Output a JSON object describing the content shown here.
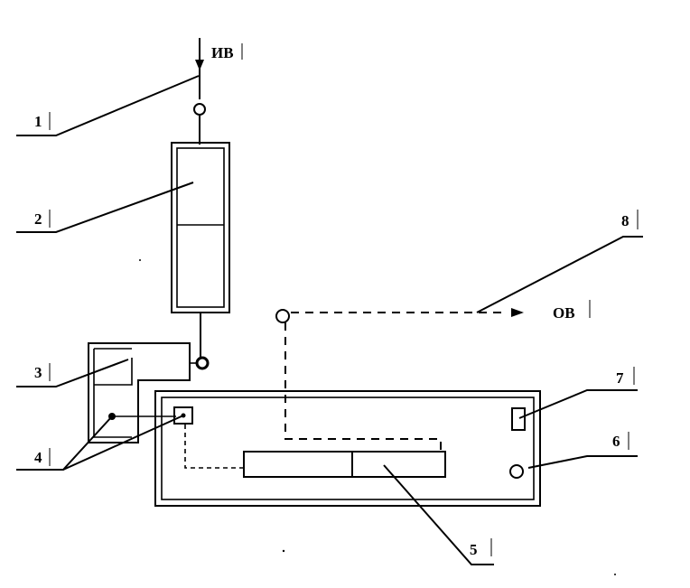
{
  "labels": {
    "inlet": "ИВ",
    "outlet": "ОВ",
    "callouts": [
      "1",
      "2",
      "3",
      "4",
      "5",
      "6",
      "7",
      "8"
    ]
  },
  "icons": {
    "valve": "valve-icon",
    "arrow": "arrow-head-icon"
  },
  "colors": {
    "ink": "#000000",
    "paper": "#ffffff"
  }
}
